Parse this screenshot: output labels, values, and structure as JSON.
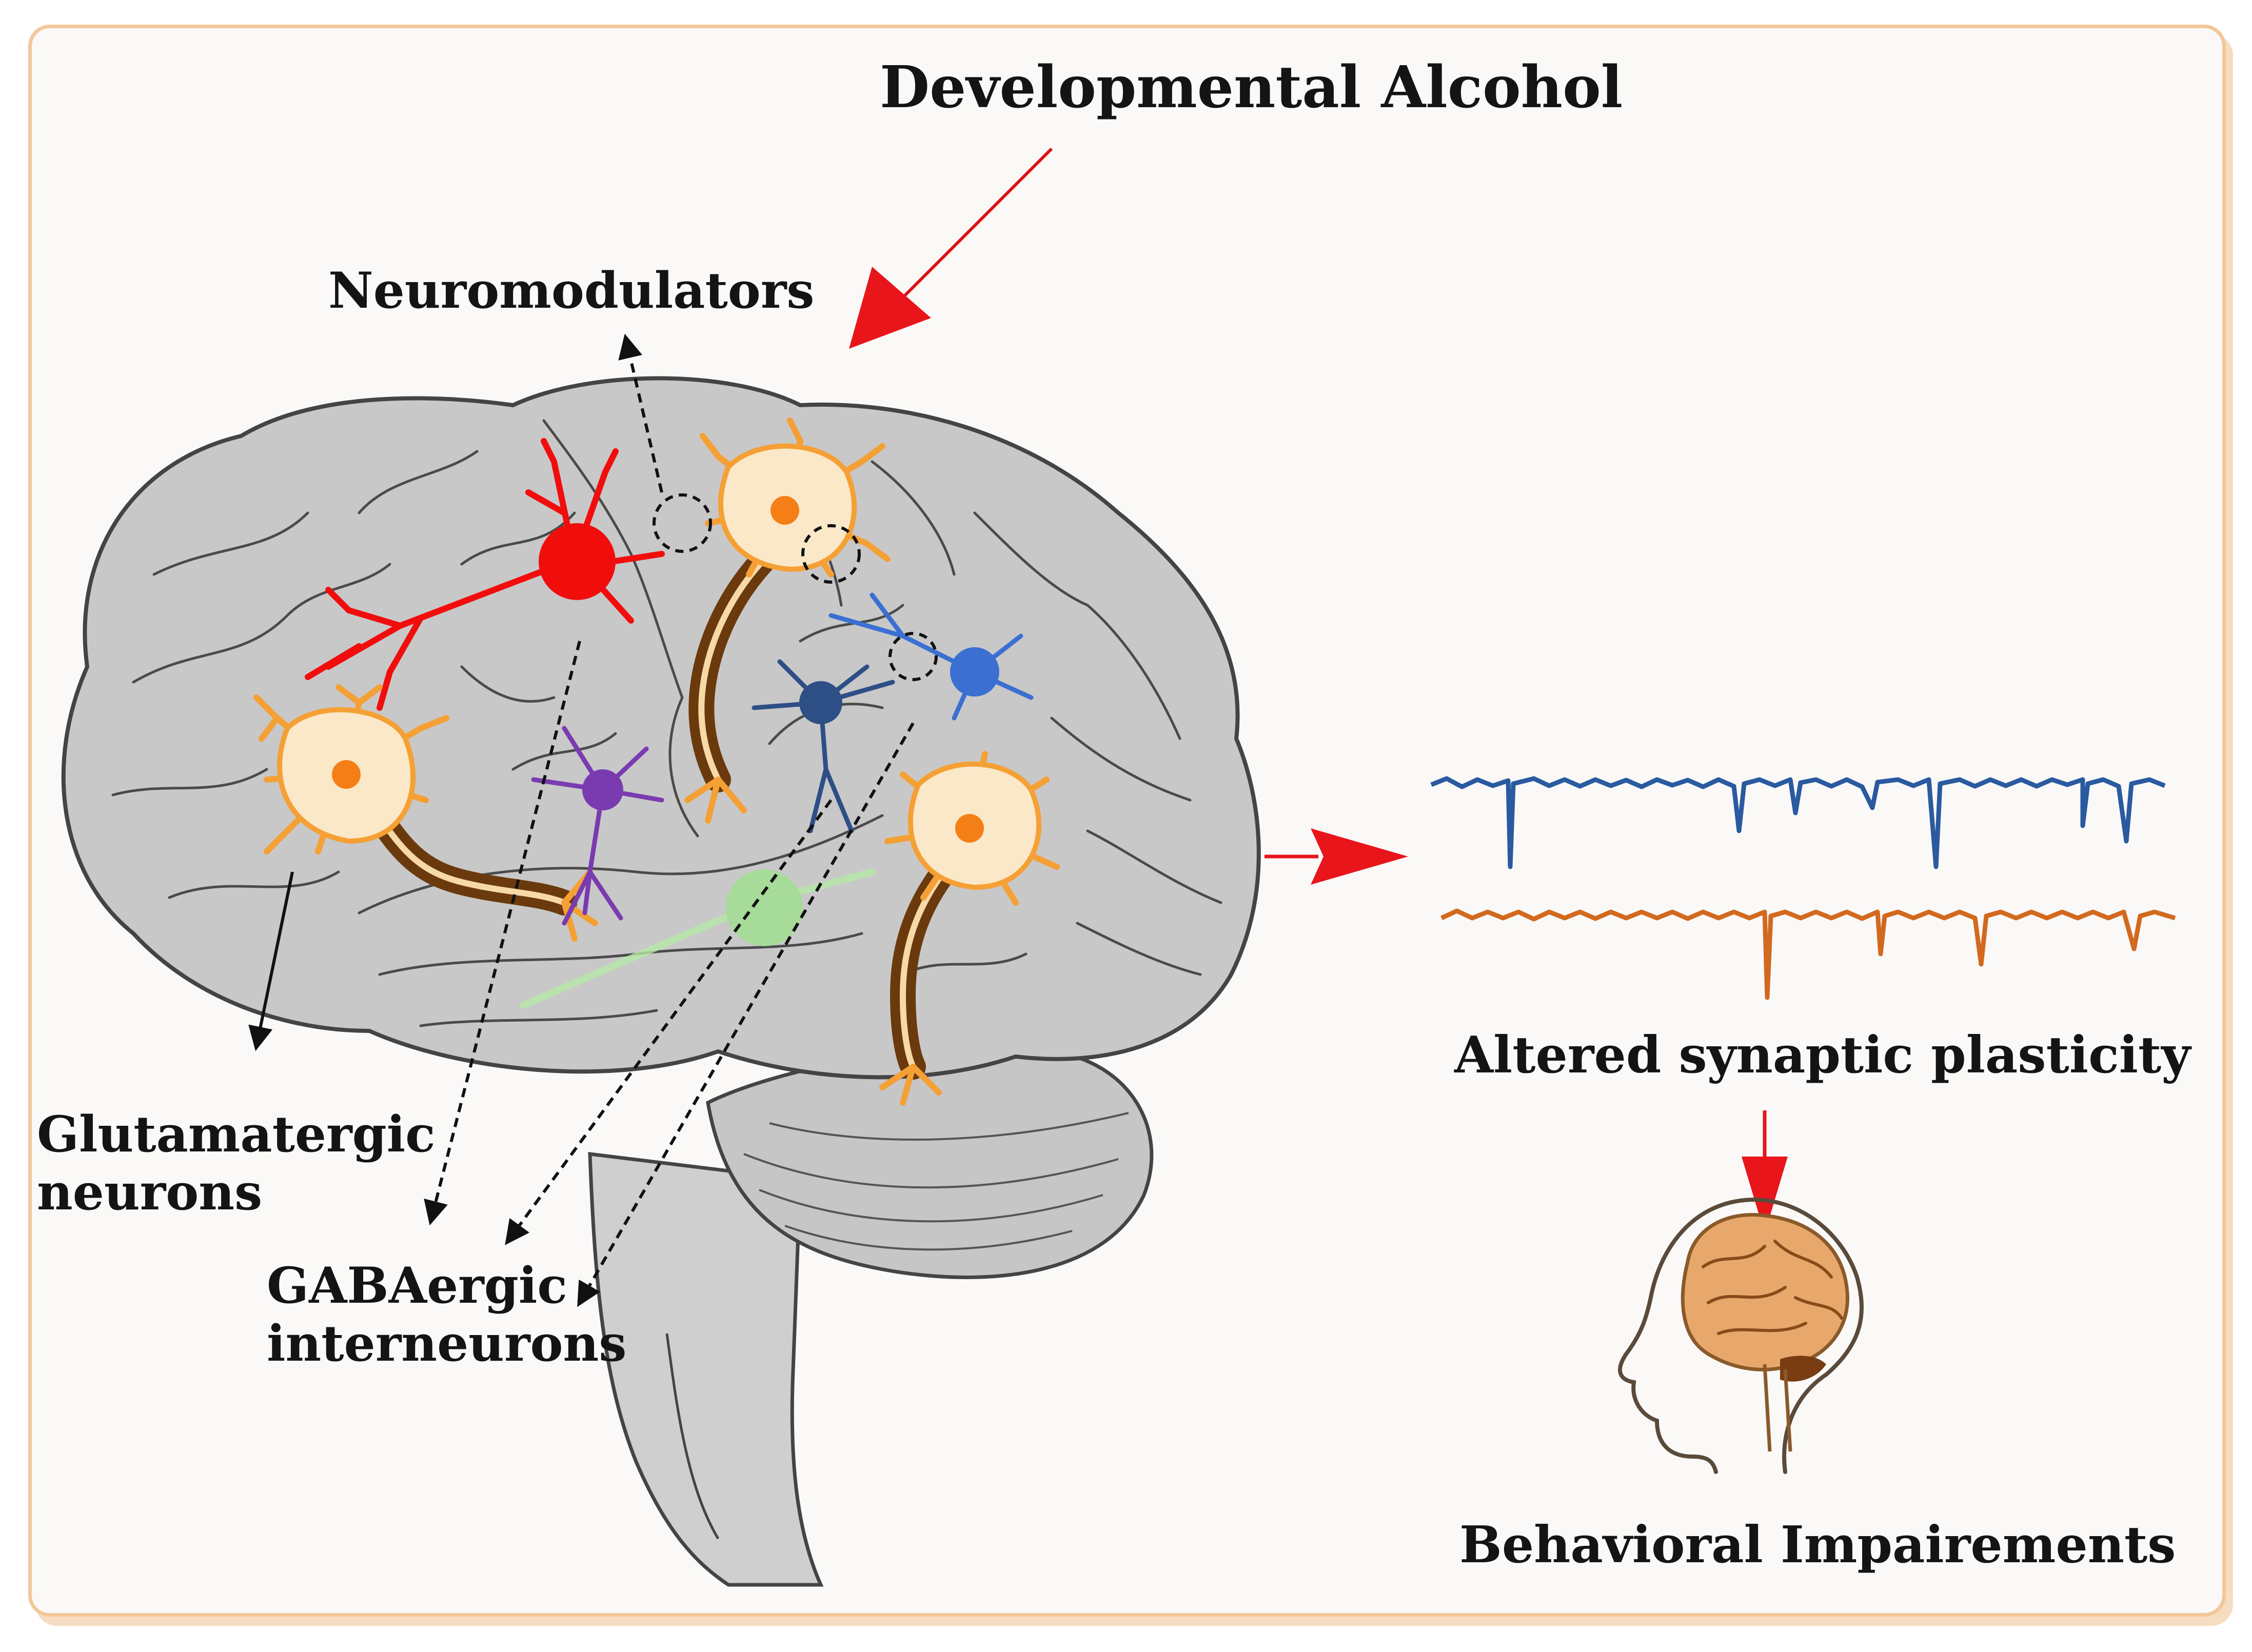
{
  "labels": {
    "title": "Developmental Alcohol",
    "neuromodulators": "Neuromodulators",
    "glutamatergic_line1": "Glutamatergic",
    "glutamatergic_line2": "neurons",
    "gaba_line1": "GABAergic",
    "gaba_line2": "interneurons",
    "altered_plasticity": "Altered synaptic plasticity",
    "behavioral": "Behavioral Impairements"
  },
  "colors": {
    "frame_border": "#f2c79a",
    "brain_fill": "#c8c8c9",
    "brain_outline": "#4a4a4a",
    "alcohol_arrow": "#e8151a",
    "red_neuron": "#f20d0d",
    "glutamatergic_neuron": "#f5a035",
    "glutamatergic_soma": "#fbe8c8",
    "axon_myelin": "#8a4a12",
    "blue_neuron": "#3b6fd1",
    "navy_neuron": "#2e4f86",
    "purple_neuron": "#7a3bb0",
    "green_neuron": "#9fe08f",
    "trace_blue": "#2a5aa0",
    "trace_orange": "#d2691e",
    "head_icon": "#e9a86b"
  },
  "icons": [
    "brain-illustration",
    "neuron-icon",
    "trace-icon",
    "head-brain-icon",
    "arrow-icon"
  ]
}
